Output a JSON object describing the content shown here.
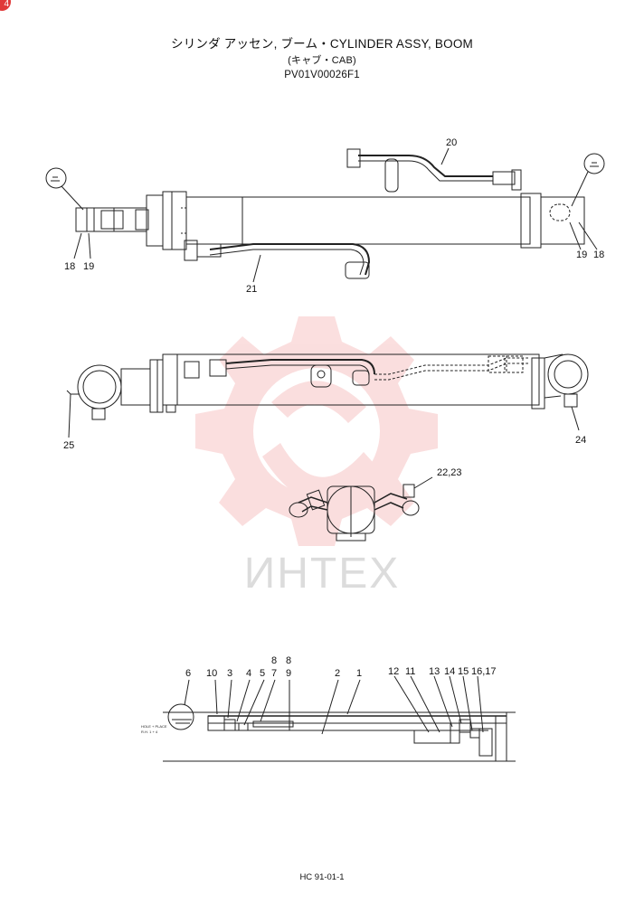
{
  "header": {
    "title": "シリンダ アッセン, ブーム・CYLINDER ASSY, BOOM",
    "subtitle": "(キャブ・CAB)",
    "part_code": "PV01V00026F1"
  },
  "corner_badge": "4",
  "watermark": {
    "text": "ИНТЕХ",
    "color": "#f4b9b9"
  },
  "callouts": {
    "view1": {
      "c20": "20",
      "c21": "21",
      "c18a": "18",
      "c19a": "19",
      "c19b": "19",
      "c18b": "18"
    },
    "view2": {
      "c25": "25",
      "c24": "24"
    },
    "view3": {
      "c2223": "22,23"
    },
    "section": {
      "c6": "6",
      "c10": "10",
      "c3": "3",
      "c4": "4",
      "c5": "5",
      "c7": "7",
      "c8a": "8",
      "c8b": "8",
      "c9": "9",
      "c2": "2",
      "c1": "1",
      "c12": "12",
      "c11": "11",
      "c13": "13",
      "c14": "14",
      "c15": "15",
      "c1617": "16,17"
    }
  },
  "footer": {
    "sheet": "HC 91-01-1"
  }
}
